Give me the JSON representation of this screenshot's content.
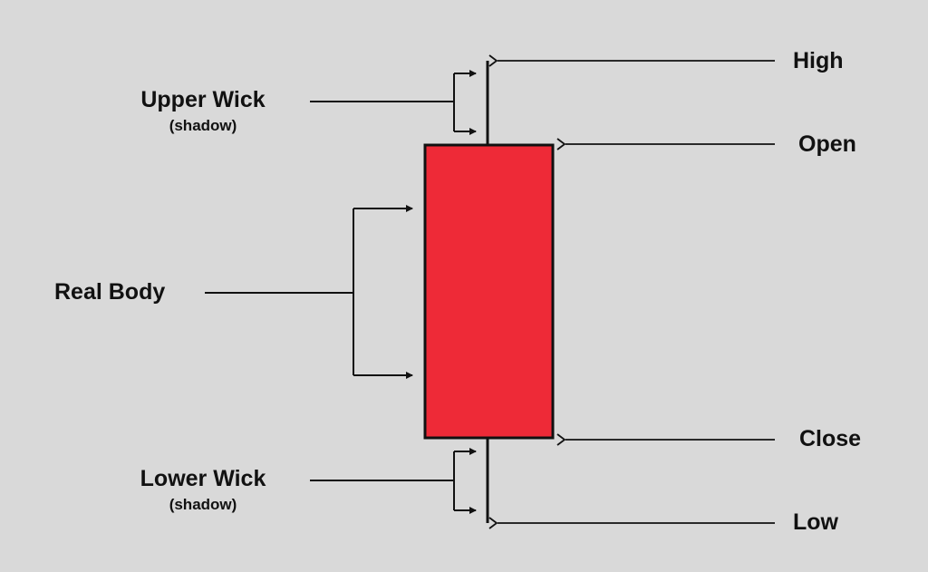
{
  "labels": {
    "high": "High",
    "open": "Open",
    "close": "Close",
    "low": "Low",
    "upper_wick": "Upper Wick",
    "upper_wick_sub": "(shadow)",
    "real_body": "Real Body",
    "lower_wick": "Lower Wick",
    "lower_wick_sub": "(shadow)"
  },
  "colors": {
    "background": "#d9d9d9",
    "body_fill": "#ee2a37",
    "stroke": "#111111"
  }
}
